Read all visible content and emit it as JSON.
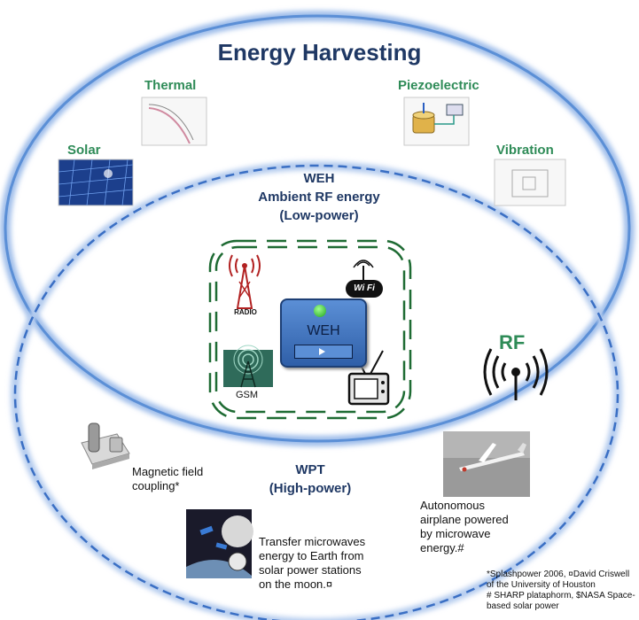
{
  "title": "Energy Harvesting",
  "sources": {
    "thermal": "Thermal",
    "piezoelectric": "Piezoelectric",
    "solar": "Solar",
    "vibration": "Vibration",
    "rf": "RF"
  },
  "weh": {
    "line1": "WEH",
    "line2": "Ambient RF energy",
    "line3": "(Low-power)",
    "device_label": "WEH",
    "radio_label": "RADIO",
    "wifi_label": "Wi Fi",
    "gsm_label": "GSM"
  },
  "wpt": {
    "line1": "WPT",
    "line2": "(High-power)"
  },
  "applications": {
    "magnetic_line1": "Magnetic field",
    "magnetic_line2": "coupling*",
    "airplane_line1": "Autonomous",
    "airplane_line2": "airplane powered",
    "airplane_line3": "by microwave",
    "airplane_line4": "energy.#",
    "moon_line1": "Transfer microwaves",
    "moon_line2": "energy to Earth from",
    "moon_line3": "solar power stations",
    "moon_line4": "on the moon.¤"
  },
  "footnote": {
    "line1": "*Splashpower 2006, ¤David Criswell",
    "line2": "of the University of Houston",
    "line3": "# SHARP plataphorm, $NASA Space-",
    "line4": "based solar power"
  },
  "colors": {
    "ring_blue": "#5b8fd6",
    "dash_blue": "#3a6fc4",
    "title_navy": "#1f3864",
    "label_green": "#2e8b57",
    "dash_green": "#1e6b33"
  }
}
